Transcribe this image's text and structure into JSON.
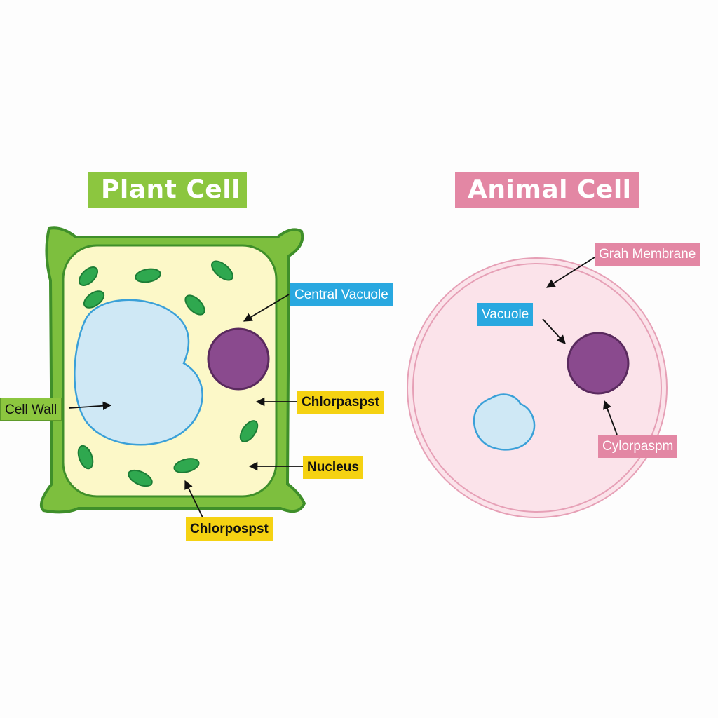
{
  "titles": {
    "plant": "Plant Cell",
    "animal": "Animal Cell"
  },
  "plant_labels": {
    "cell_wall": "Cell Wall",
    "central_vacuole": "Central Vacuole",
    "chloroplast_right": "Chlorpaspst",
    "nucleus": "Nucleus",
    "chloroplast_bottom": "Chlorpospst"
  },
  "animal_labels": {
    "membrane": "Grah Membrane",
    "vacuole": "Vacuole",
    "cytoplasm": "Cylorpaspm"
  },
  "colors": {
    "plant_wall": "#7dbf3e",
    "plant_wall_outline": "#3f8f2a",
    "plant_cytoplasm": "#fcf8c8",
    "vacuole_fill": "#cfe8f5",
    "vacuole_outline": "#3aa0d8",
    "nucleus_fill": "#8a4a8e",
    "nucleus_outline": "#5a2a5e",
    "chloroplast_fill": "#2fa84f",
    "chloroplast_outline": "#1c7d36",
    "animal_fill": "#fbe3ea",
    "animal_outline": "#e6a0b6",
    "arrow": "#111111"
  }
}
